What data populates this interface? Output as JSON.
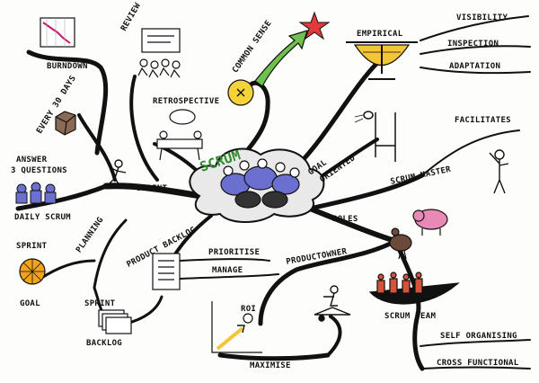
{
  "central": {
    "title": "SCRUM"
  },
  "branches": {
    "burndown": "BURNDOWN",
    "review": "REVIEW",
    "every_30_days": "EVERY 30 DAYS",
    "retrospective": "RETROSPECTIVE",
    "common_sense": "COMMON SENSE",
    "empirical": "EMPIRICAL",
    "visibility": "VISIBILITY",
    "inspection": "INSPECTION",
    "adaptation": "ADAPTATION",
    "facilitates": "FACILITATES",
    "goal_oriented_1": "GOAL",
    "goal_oriented_2": "ORIENTED",
    "scrum_master": "SCRUM MASTER",
    "answer_1": "ANSWER",
    "answer_2": "3 QUESTIONS",
    "daily_scrum": "DAILY SCRUM",
    "sprint": "SPRINT",
    "roles": "ROLES",
    "planning": "PLANNING",
    "product_backlog": "PRODUCT BACKLOG",
    "prioritise": "PRIORITISE",
    "manage": "MANAGE",
    "product_owner": "PRODUCTOWNER",
    "sprint_goal_1": "SPRINT",
    "sprint_goal_2": "GOAL",
    "sprint_backlog_1": "SPRINT",
    "sprint_backlog_2": "BACKLOG",
    "roi": "ROI",
    "maximise": "MAXIMISE",
    "scrum_team": "SCRUM TEAM",
    "self_organising": "SELF ORGANISING",
    "cross_functional": "CROSS FUNCTIONAL"
  },
  "colors": {
    "ink": "#111111",
    "scrum_green": "#2e8b2e",
    "people_blue": "#6a6fd0",
    "star_red": "#e03a3a",
    "arrow_green": "#6fc04f",
    "scale_yellow": "#f3c63a",
    "pig_pink": "#e98ab6",
    "team_red": "#d4533a",
    "orange_slice": "#f2a21c",
    "cloud_gray": "#e9e9e9"
  }
}
